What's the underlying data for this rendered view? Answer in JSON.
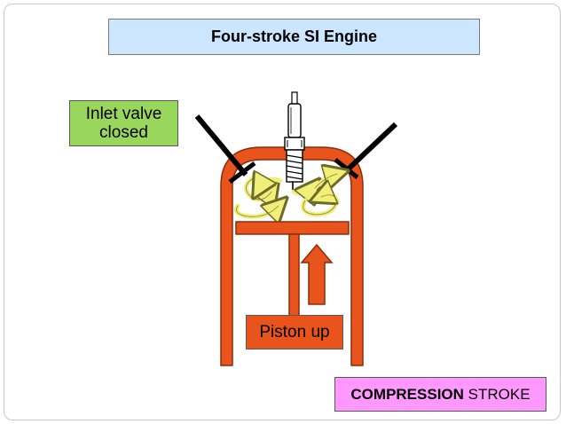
{
  "title": "Four-stroke SI Engine",
  "inlet_label": {
    "line1": "Inlet valve",
    "line2": "closed"
  },
  "piston_label": "Piston up",
  "stroke_label": {
    "bold": "COMPRESSION",
    "rest": "STROKE"
  },
  "colors": {
    "cylinder": "#e8541b",
    "cylinder_outline": "#8b2c0a",
    "title_bg": "#cce6ff",
    "inlet_bg": "#99d65c",
    "stroke_bg": "#ff99ff",
    "swirl": "#f2ee7a"
  },
  "icons": [
    "spark-plug-icon",
    "swirl-arrow-icon",
    "up-arrow-icon"
  ]
}
